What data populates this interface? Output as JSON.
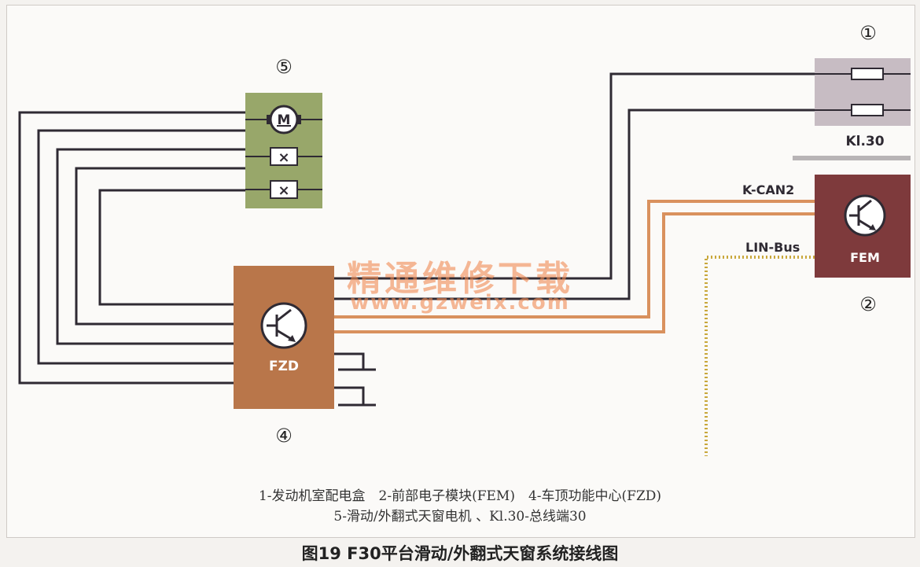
{
  "components": {
    "c1": {
      "number": "①",
      "label": "Kl.30"
    },
    "c2": {
      "number": "②",
      "label": "FEM"
    },
    "c4": {
      "number": "④",
      "label": "FZD"
    },
    "c5": {
      "number": "⑤",
      "motor_label": "M",
      "switch_symbol": "×"
    }
  },
  "bus_labels": {
    "kcan": "K-CAN2",
    "lin": "LIN-Bus"
  },
  "legend": {
    "line1": "1-发动机室配电盒　2-前部电子模块(FEM)　4-车顶功能中心(FZD)",
    "line2": "5-滑动/外翻式天窗电机 、Kl.30-总线端30"
  },
  "caption": "图19 F30平台滑动/外翻式天窗系统接线图",
  "watermark": {
    "line1": "精通维修下载",
    "line2": "www.gzweix.com"
  },
  "colors": {
    "wire_dark": "#2f2a33",
    "wire_orange": "#d9915e",
    "lin_dotted": "#c9a83c",
    "fzd_box": "#b9764a",
    "fem_box": "#7e3a3c",
    "fuse_box": "#c7bcc3",
    "motor_box": "#98a76a"
  }
}
